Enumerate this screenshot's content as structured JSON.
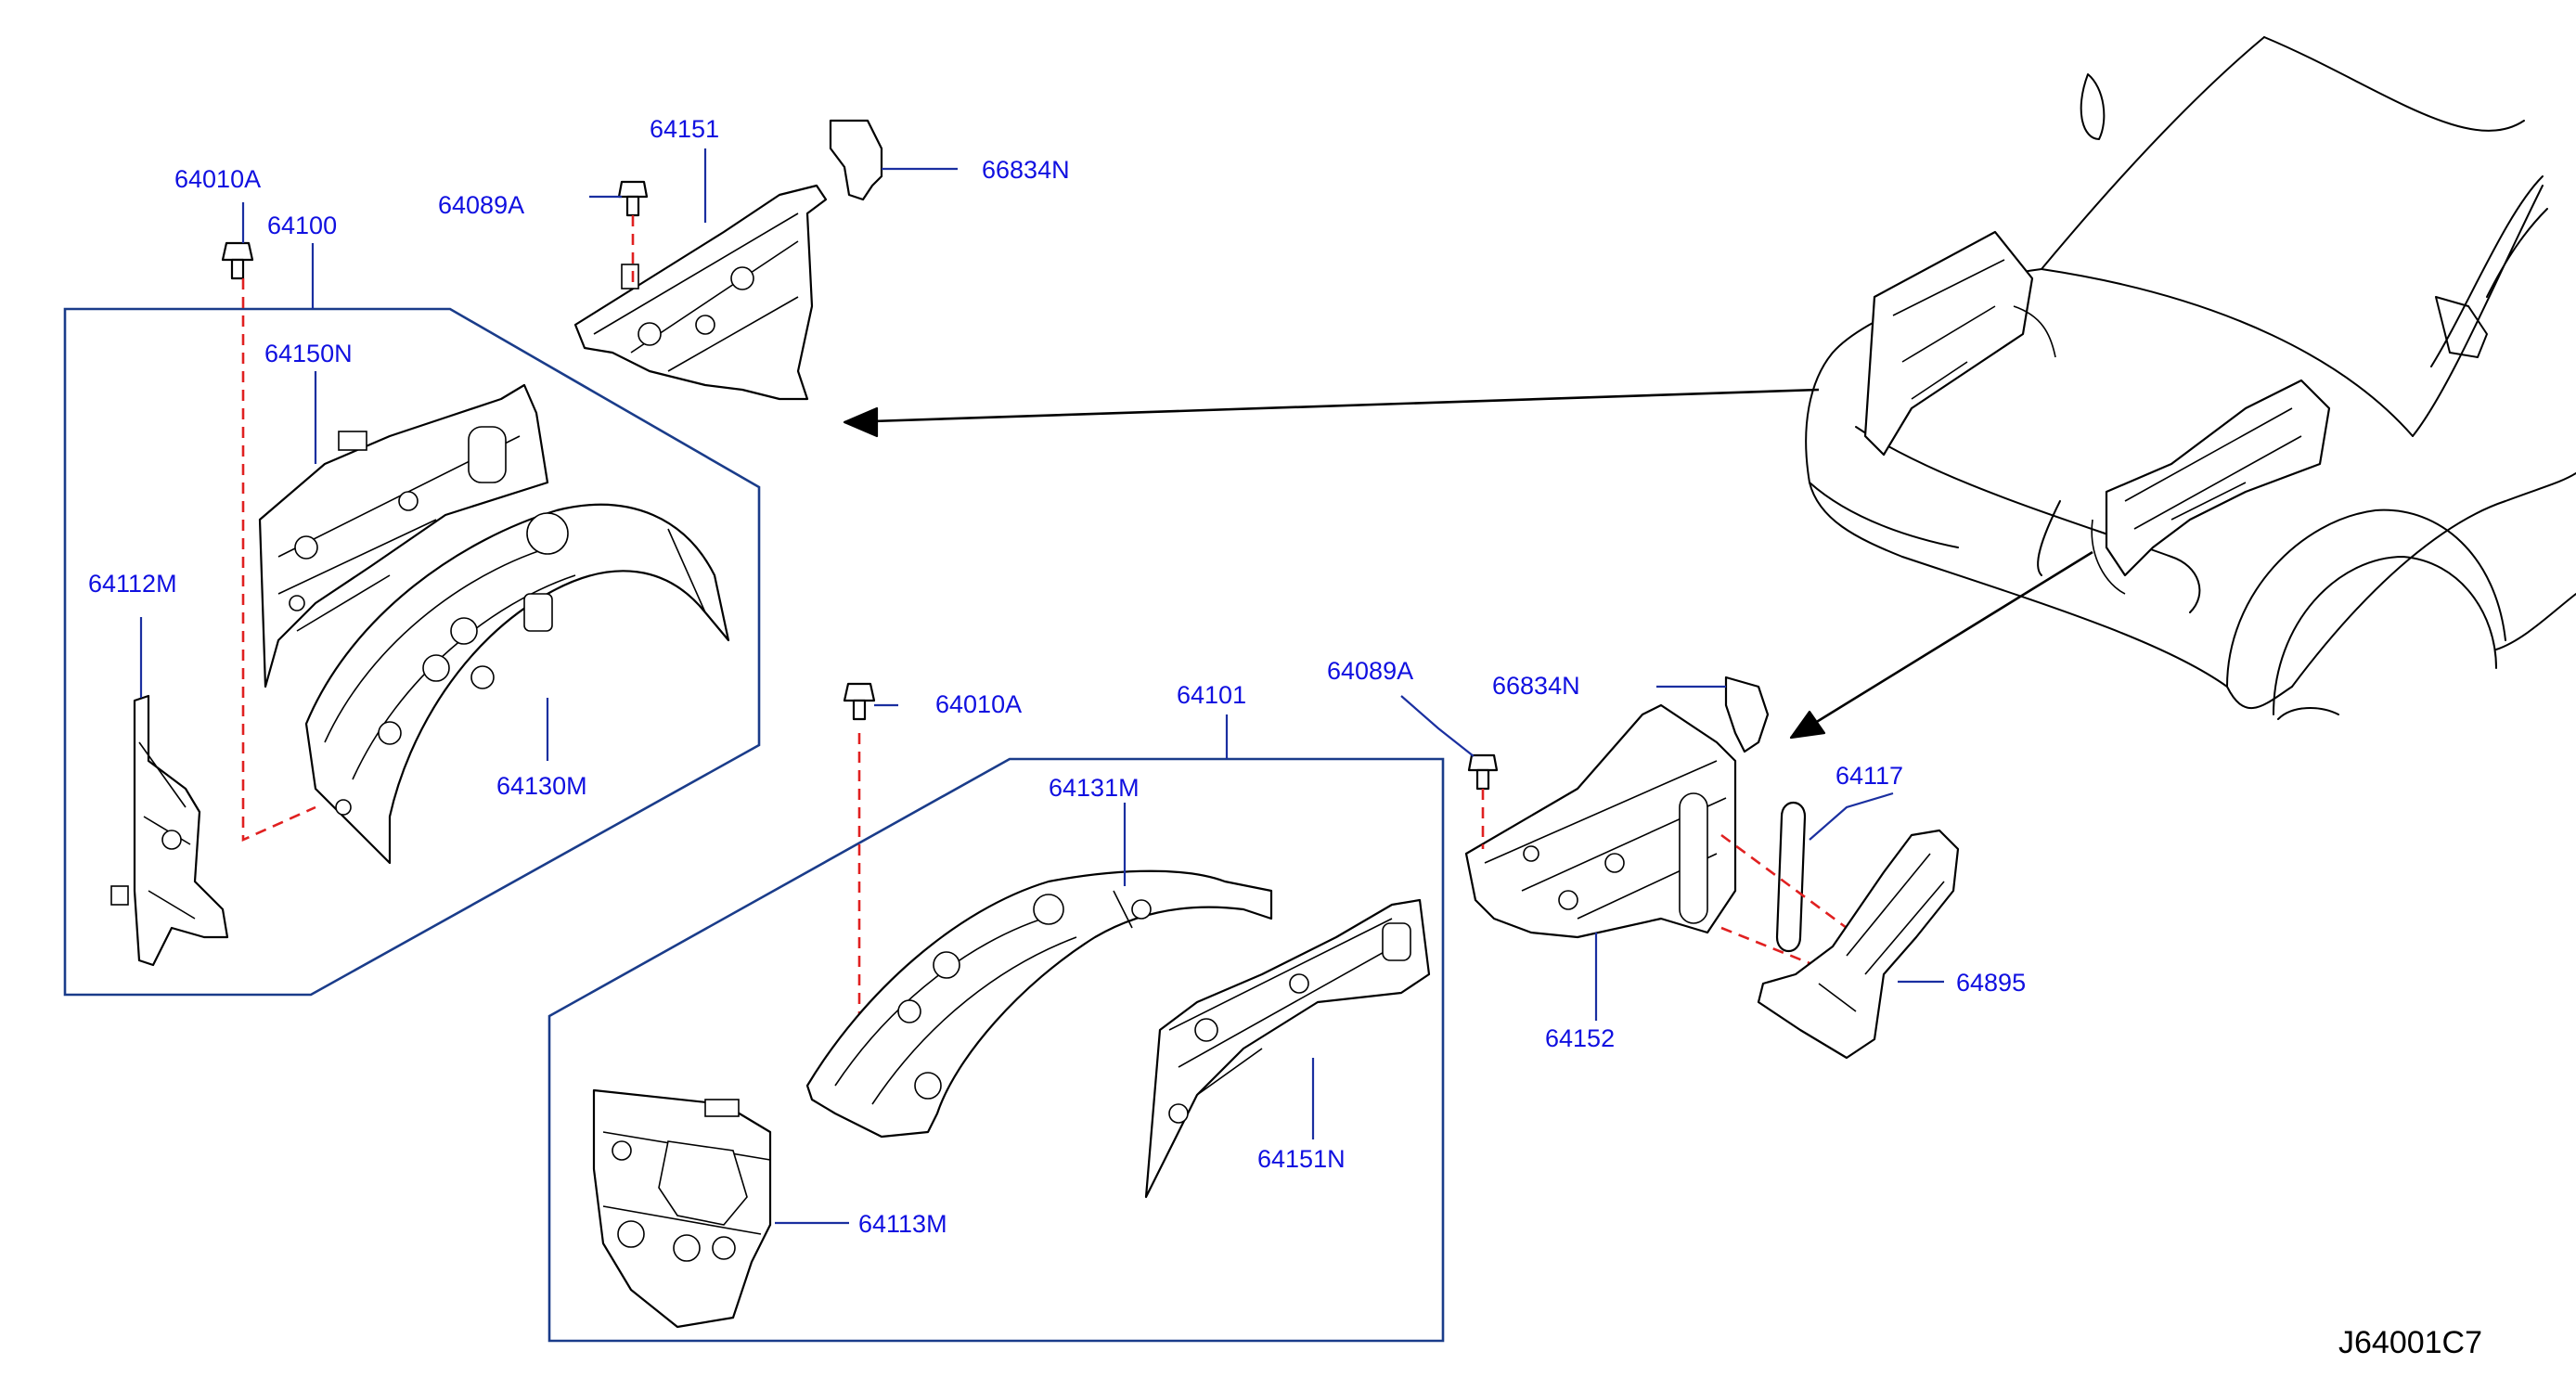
{
  "diagram_code": "J64001C7",
  "labels": {
    "p64010A_top": "64010A",
    "p64100": "64100",
    "p64151": "64151",
    "p64089A_top": "64089A",
    "p66834N_top": "66834N",
    "p64150N": "64150N",
    "p64112M": "64112M",
    "p64130M": "64130M",
    "p64010A_mid": "64010A",
    "p64101": "64101",
    "p64131M": "64131M",
    "p64151N": "64151N",
    "p64113M": "64113M",
    "p64089A_right": "64089A",
    "p66834N_right": "66834N",
    "p64117": "64117",
    "p64895": "64895",
    "p64152": "64152"
  },
  "colors": {
    "callout_text": "#1010e0",
    "leader_line": "#1a2fa0",
    "group_frame": "#1a3c8a",
    "fastener_path": "#e02020",
    "linework": "#000000"
  }
}
